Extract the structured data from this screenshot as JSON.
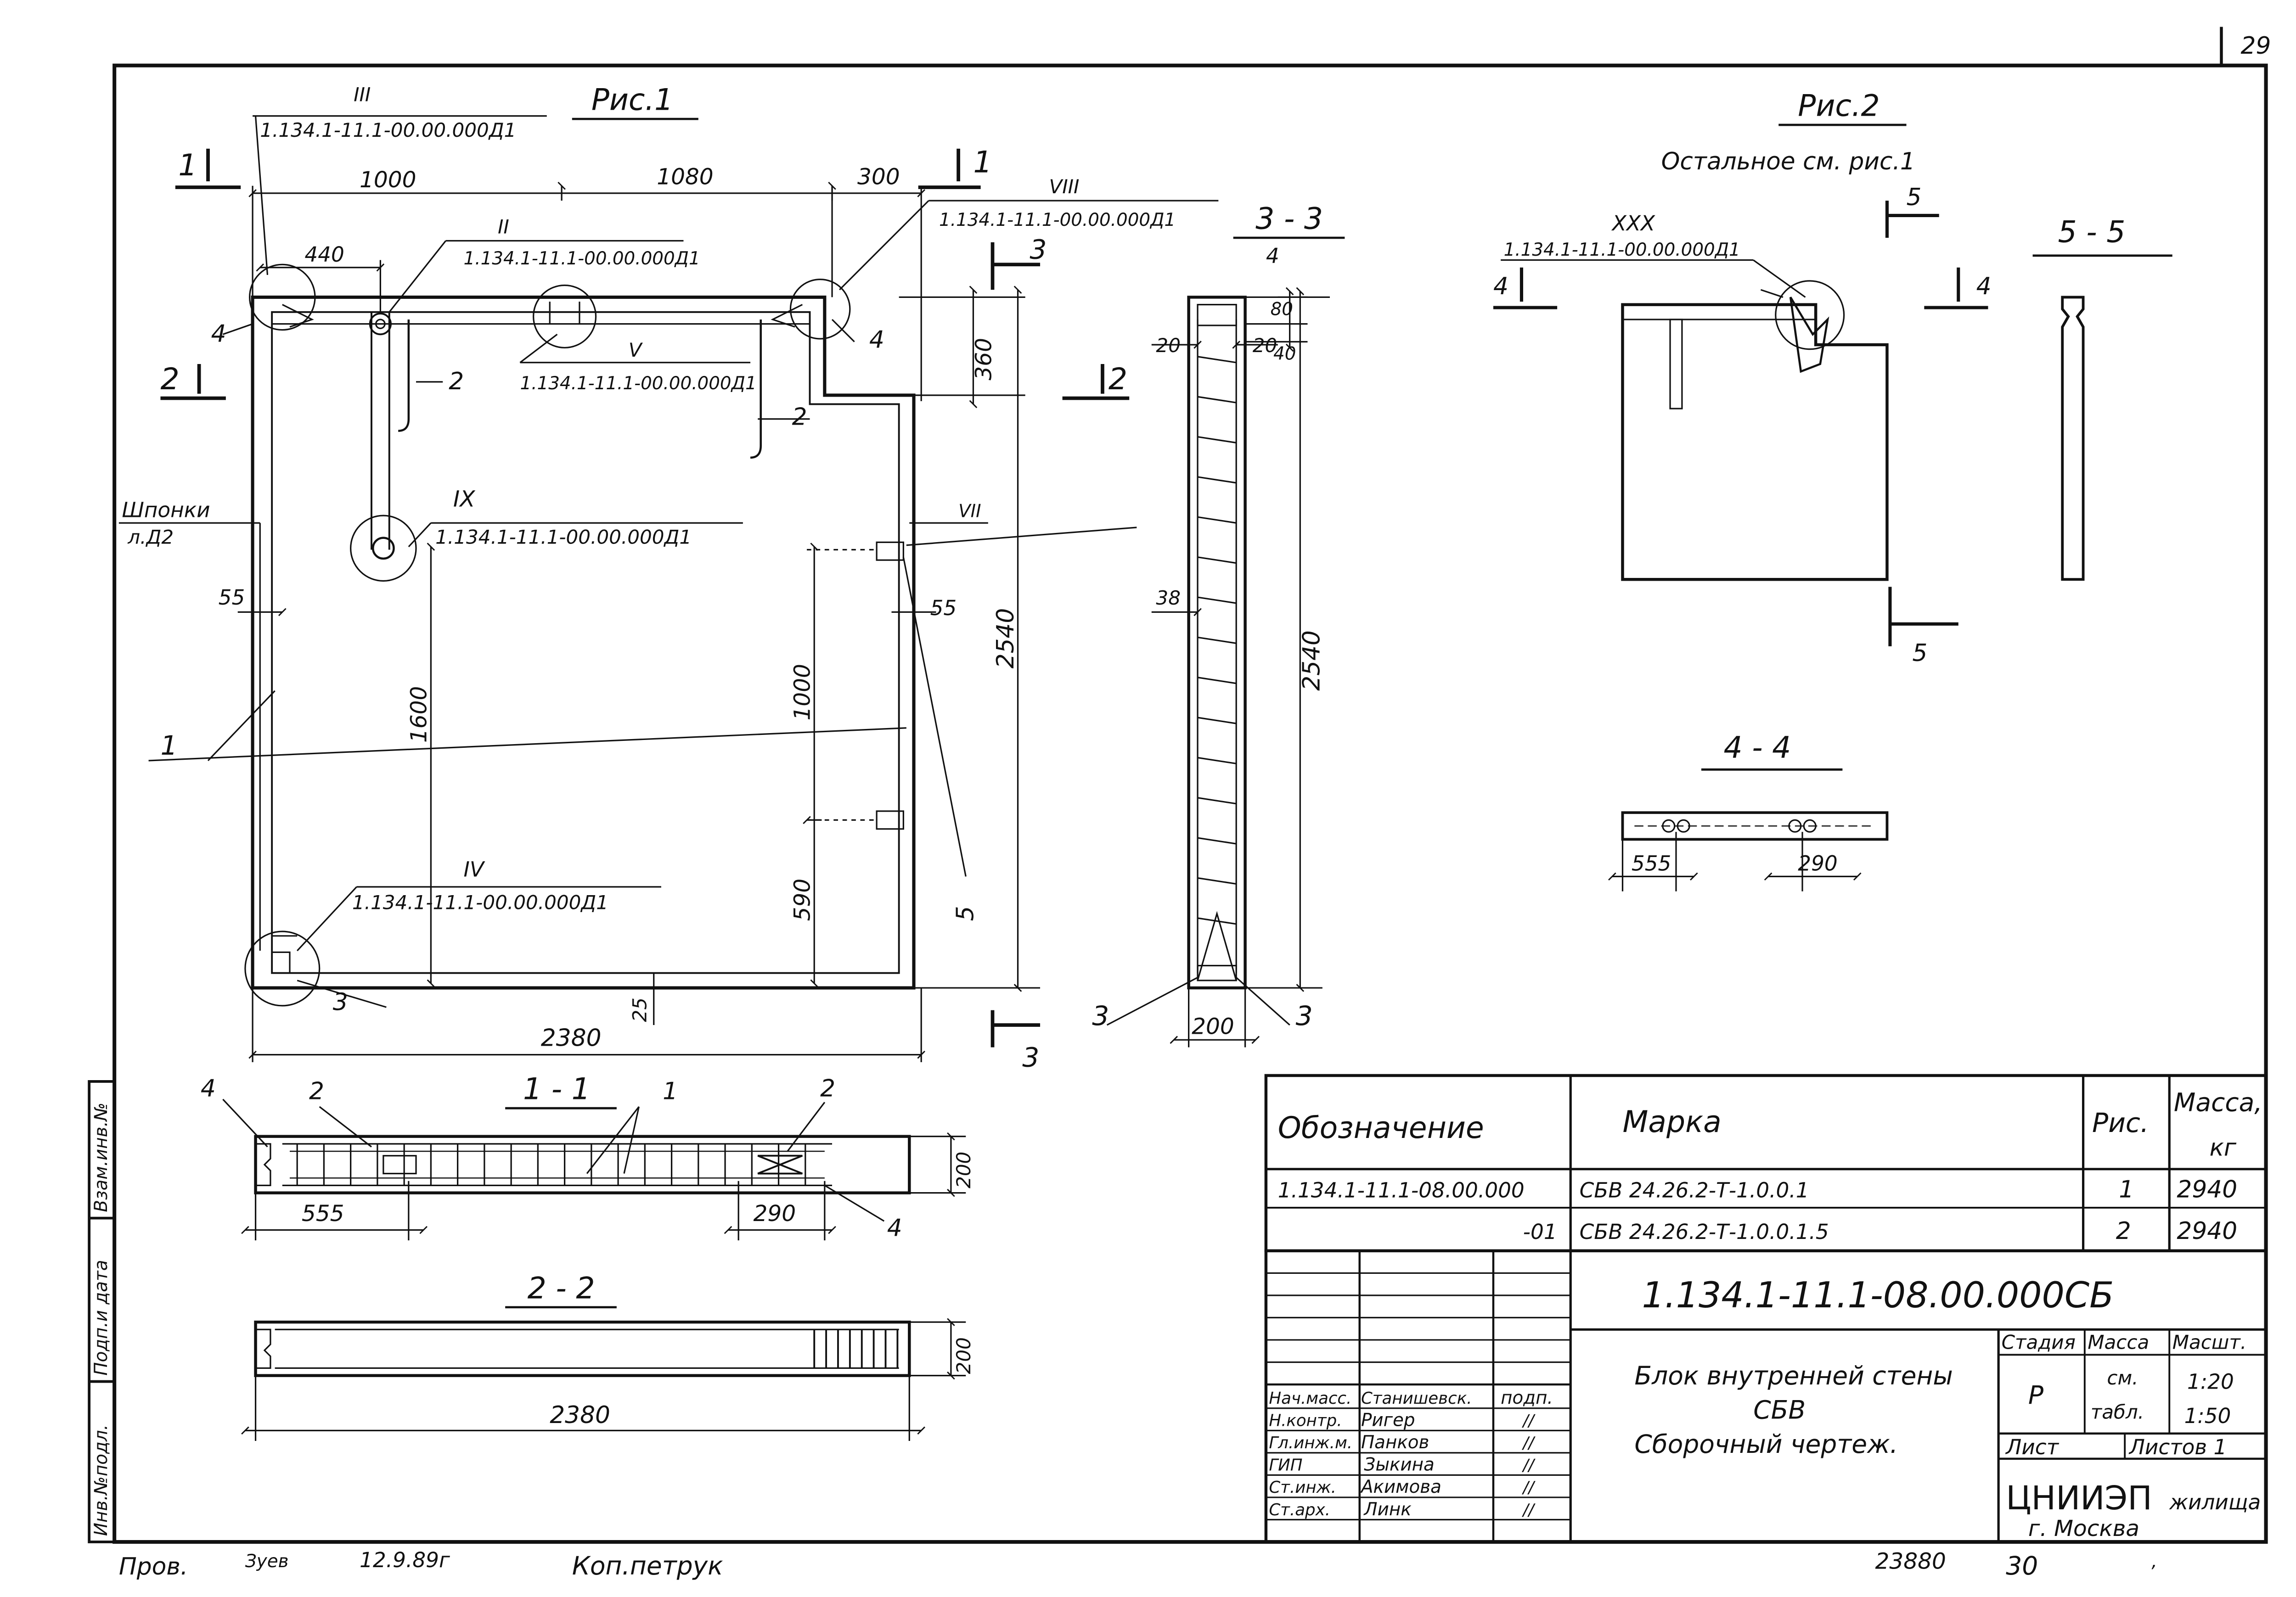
{
  "sheet": {
    "page_number": "29",
    "bottom_left": {
      "prov": "Пров.",
      "sign": "Зуев",
      "date": "12.9.89г",
      "copy": "Коп.петрук"
    },
    "bottom_right": {
      "order": "23880",
      "copy_num": "30",
      "mark": ","
    }
  },
  "side_stamp": {
    "inv_dup": "Взам.инв.№",
    "sign_date": "Подп.и дата",
    "inv_orig": "Инв.№подл."
  },
  "fig1": {
    "title": "Рис.1",
    "refs": {
      "III": {
        "num": "III",
        "code": "1.134.1-11.1-00.00.000Д1"
      },
      "II": {
        "num": "II",
        "code": "1.134.1-11.1-00.00.000Д1"
      },
      "V": {
        "num": "V",
        "code": "1.134.1-11.1-00.00.000Д1"
      },
      "VIII": {
        "num": "VIII",
        "code": "1.134.1-11.1-00.00.000Д1"
      },
      "IX": {
        "num": "IX",
        "code": "1.134.1-11.1-00.00.000Д1"
      },
      "IV": {
        "num": "IV",
        "code": "1.134.1-11.1-00.00.000Д1"
      },
      "VII": {
        "num": "VII"
      }
    },
    "dims": {
      "d1000_top": "1000",
      "d1080": "1080",
      "d300": "300",
      "d440": "440",
      "d360": "360",
      "d2540": "2540",
      "d55_left": "55",
      "d55_right": "55",
      "d1600": "1600",
      "d1000_mid": "1000",
      "d590": "590",
      "d25": "25",
      "d2380": "2380"
    },
    "callouts": {
      "c1": "1",
      "c2a": "2",
      "c2b": "2",
      "c3": "3",
      "c4a": "4",
      "c4b": "4",
      "c5": "5"
    },
    "section_marks": {
      "s1a": "1",
      "s1b": "1",
      "s2a": "2",
      "s2b": "2",
      "s3a": "3",
      "s3b": "3"
    },
    "keys": {
      "label": "Шпонки",
      "sub": "л.Д2"
    }
  },
  "sec33": {
    "title": "3 - 3",
    "sub": "4",
    "dims": {
      "d80": "80",
      "d40": "40",
      "d20a": "20",
      "d20b": "20",
      "d38": "38",
      "d2540": "2540",
      "d200": "200"
    },
    "callouts": {
      "c3a": "3",
      "c3b": "3"
    }
  },
  "fig2": {
    "title": "Рис.2",
    "note": "Остальное см. рис.1",
    "ref": {
      "num": "XXX",
      "code": "1.134.1-11.1-00.00.000Д1"
    },
    "marks": {
      "m5a": "5",
      "m5b": "5",
      "m4a": "4",
      "m4b": "4"
    }
  },
  "sec55": {
    "title": "5 - 5"
  },
  "sec44": {
    "title": "4 - 4",
    "d555": "555",
    "d290": "290"
  },
  "sec11": {
    "title": "1 - 1",
    "callouts": {
      "c4a": "4",
      "c2a": "2",
      "c1": "1",
      "c2b": "2",
      "c4b": "4"
    },
    "dims": {
      "d200": "200",
      "d555": "555",
      "d290": "290"
    }
  },
  "sec22": {
    "title": "2 - 2",
    "dims": {
      "d200": "200",
      "d2380": "2380"
    }
  },
  "spec": {
    "headers": {
      "designation": "Обозначение",
      "mark": "Марка",
      "fig": "Рис.",
      "mass": "Масса,",
      "mass_unit": "кг"
    },
    "rows": [
      {
        "designation": "1.134.1-11.1-08.00.000",
        "mark": "СБВ 24.26.2-Т-1.0.0.1",
        "fig": "1",
        "mass": "2940"
      },
      {
        "designation": "-01",
        "mark": "СБВ 24.26.2-Т-1.0.0.1.5",
        "fig": "2",
        "mass": "2940"
      }
    ]
  },
  "title_block": {
    "doc_code": "1.134.1-11.1-08.00.000СБ",
    "name_line1": "Блок внутренней стены",
    "name_line2": "СБВ",
    "name_line3": "Сборочный чертеж.",
    "stage_h": "Стадия",
    "mass_h": "Масса",
    "scale_h": "Масшт.",
    "stage": "Р",
    "mass_v1": "см.",
    "mass_v2": "табл.",
    "scale1": "1:20",
    "scale2": "1:50",
    "sheet_h": "Лист",
    "sheets_h": "Листов 1",
    "org": "ЦНИИЭП",
    "org_sub": "жилища",
    "city": "г. Москва",
    "sign_col": "подп.",
    "people": [
      {
        "role": "Нач.масс.",
        "name": "Станишевск.",
        "sign": "подп."
      },
      {
        "role": "Н.контр.",
        "name": "Ригер",
        "sign": "//"
      },
      {
        "role": "Гл.инж.м.",
        "name": "Панков",
        "sign": "//"
      },
      {
        "role": "ГИП",
        "name": "Зыкина",
        "sign": "//"
      },
      {
        "role": "Ст.инж.",
        "name": "Акимова",
        "sign": "//"
      },
      {
        "role": "Ст.арх.",
        "name": "Линк",
        "sign": "//"
      }
    ]
  }
}
